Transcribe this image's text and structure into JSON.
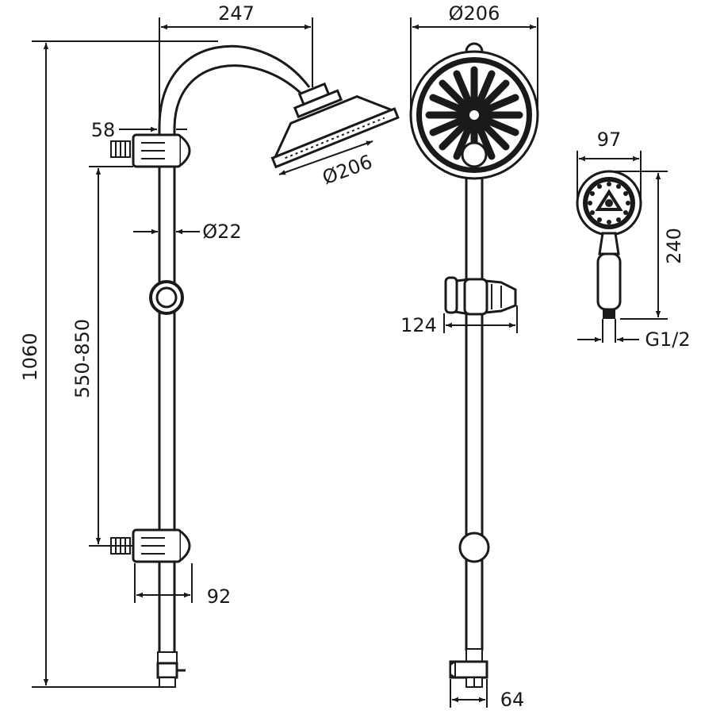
{
  "dimensions": {
    "arm_reach": "247",
    "head_diameter_top": "Ø206",
    "head_diameter_side": "Ø206",
    "bracket_offset": "58",
    "pipe_diameter": "Ø22",
    "total_height": "1060",
    "bracket_spacing": "550-850",
    "wall_clearance": "92",
    "holder_depth": "124",
    "diverter_width": "64",
    "hand_shower_width": "97",
    "hand_shower_length": "240",
    "connection_thread": "G1/2"
  }
}
